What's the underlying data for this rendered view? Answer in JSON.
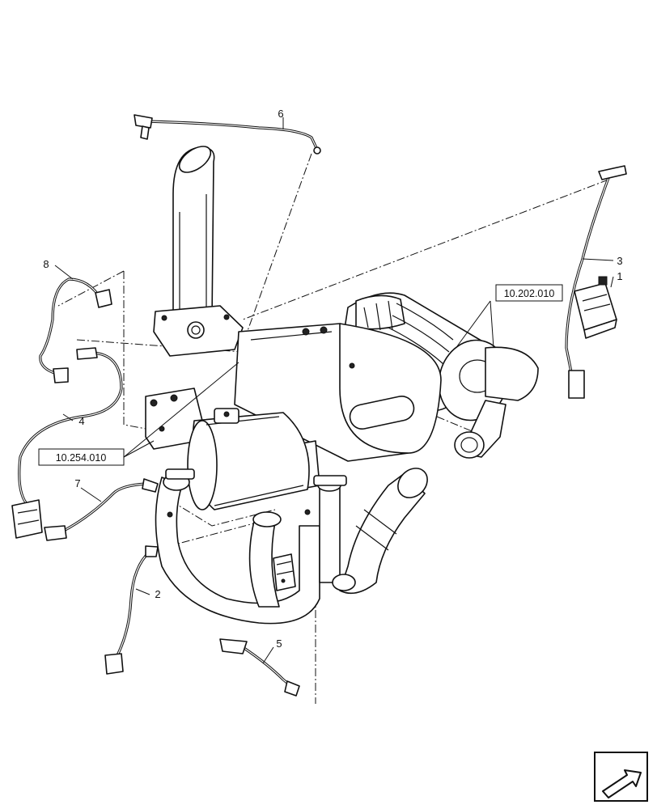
{
  "callouts": {
    "c1": "1",
    "c2": "2",
    "c3": "3",
    "c4": "4",
    "c5": "5",
    "c6": "6",
    "c7": "7",
    "c8": "8"
  },
  "references": {
    "aftertreatment": "10.254.010",
    "air_cleaner": "10.202.010"
  },
  "icons": {
    "nav": "next-page-arrow-icon"
  }
}
